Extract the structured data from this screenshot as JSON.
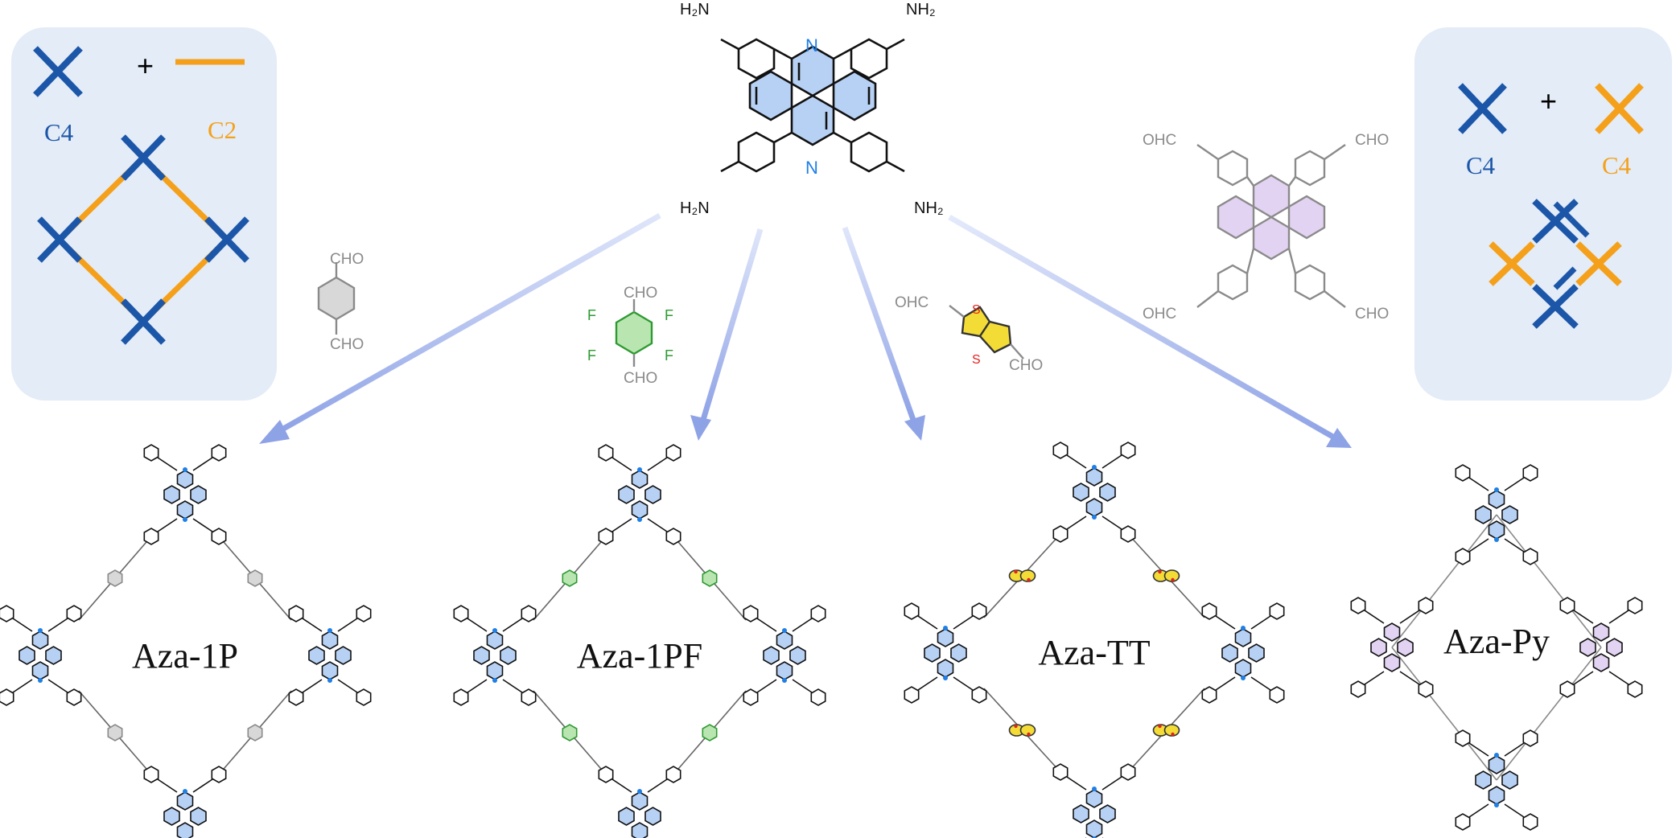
{
  "colors": {
    "blue_node": "#1c56a8",
    "orange_link": "#f5a01a",
    "panel_bg": "#e3ecf7",
    "node_fill": "#b7d1f5",
    "node_n": "#1e7fe6",
    "pf_fill": "#b9e6b0",
    "pf_f": "#2e9a32",
    "tt_fill": "#f4dc36",
    "tt_s": "#e0231f",
    "py_fill": "#e2d3f2",
    "gray_line": "#8a8a8a",
    "arrow": "#9aace8"
  },
  "left_legend": {
    "node_label": "C4",
    "linker_label": "C2",
    "plus": "+"
  },
  "right_legend": {
    "node_label": "C4",
    "linker_label": "C4",
    "plus": "+"
  },
  "core_molecule": {
    "amine_tl": "H₂N",
    "amine_tr": "NH₂",
    "amine_bl": "H₂N",
    "amine_br": "NH₂",
    "ring_n": "N"
  },
  "linkers": {
    "terephthal": {
      "top": "CHO",
      "bottom": "CHO"
    },
    "fluoro": {
      "top": "CHO",
      "bottom": "CHO",
      "f": "F"
    },
    "thieno": {
      "left": "OHC",
      "right": "CHO",
      "s": "S"
    },
    "pyrene": {
      "tl": "OHC",
      "tr": "CHO",
      "bl": "OHC",
      "br": "CHO"
    }
  },
  "cofs": [
    {
      "label": "Aza-1P"
    },
    {
      "label": "Aza-1PF"
    },
    {
      "label": "Aza-TT"
    },
    {
      "label": "Aza-Py"
    }
  ]
}
